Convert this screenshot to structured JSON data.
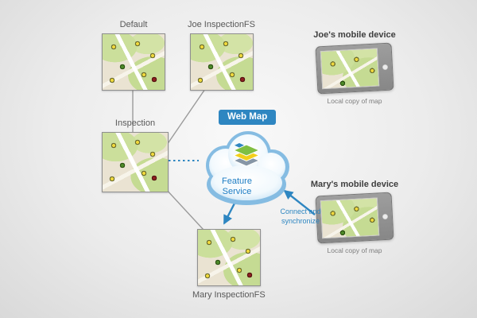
{
  "diagram": {
    "maps": {
      "default": {
        "label": "Default"
      },
      "joe_fs": {
        "label": "Joe InspectionFS"
      },
      "inspection": {
        "label": "Inspection"
      },
      "mary_fs": {
        "label": "Mary InspectionFS"
      }
    },
    "cloud": {
      "badge": "Web Map",
      "service": "Feature Service"
    },
    "devices": {
      "joe": {
        "title": "Joe's mobile device",
        "caption": "Local copy of map"
      },
      "mary": {
        "title": "Mary's mobile device",
        "caption": "Local copy of map"
      }
    },
    "annotations": {
      "sync": "Connect and synchronize"
    },
    "colors": {
      "accent_blue": "#2e86c1",
      "connector_gray": "#9b9b9b"
    }
  }
}
